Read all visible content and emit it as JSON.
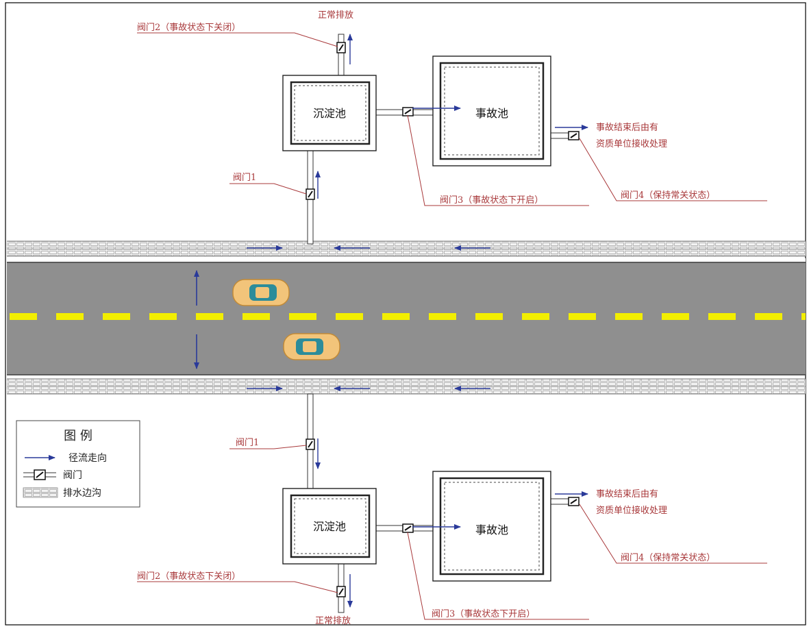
{
  "colors": {
    "label": "#a8383a",
    "runoff_arrow": "#2a3a9a",
    "road": "#8f8f8f",
    "center_line": "#f2ee00",
    "car_body": "#f2c47a",
    "car_glass": "#2c8c9a"
  },
  "top": {
    "sediment_tank": "沉淀池",
    "accident_tank": "事故池",
    "valve1": "阀门1",
    "valve2": "阀门2（事故状态下关闭）",
    "valve3": "阀门3（事故状态下开启）",
    "valve4": "阀门4（保持常关状态）",
    "normal_discharge": "正常排放",
    "after_accident_line1": "事故结束后由有",
    "after_accident_line2": "资质单位接收处理"
  },
  "bottom": {
    "sediment_tank": "沉淀池",
    "accident_tank": "事故池",
    "valve1": "阀门1",
    "valve2": "阀门2（事故状态下关闭）",
    "valve3": "阀门3（事故状态下开启）",
    "valve4": "阀门4（保持常关状态）",
    "normal_discharge": "正常排放",
    "after_accident_line1": "事故结束后由有",
    "after_accident_line2": "资质单位接收处理"
  },
  "legend": {
    "title": "图  例",
    "runoff": "径流走向",
    "valve": "阀门",
    "ditch": "排水边沟"
  },
  "icons": [
    "runoff-arrow-icon",
    "valve-icon",
    "ditch-icon",
    "car-icon"
  ]
}
